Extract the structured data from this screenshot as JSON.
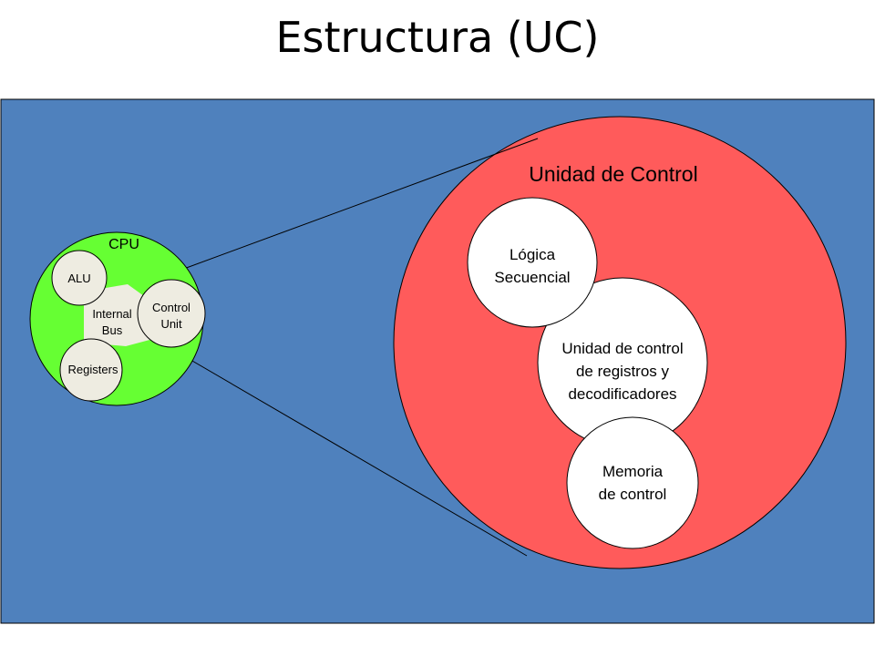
{
  "slide": {
    "title": "Estructura (UC)"
  },
  "colors": {
    "panel": "#4f81bd",
    "cpu_circle": "#66ff33",
    "cpu_parts": "#eeece1",
    "control_unit_circle": "#ff5b5b",
    "inner_circles": "#ffffff"
  },
  "cpu": {
    "label": "CPU",
    "alu": "ALU",
    "internal_bus": [
      "Internal",
      "Bus"
    ],
    "control_unit": [
      "Control",
      "Unit"
    ],
    "registers": "Registers"
  },
  "control_unit_detail": {
    "label": "Unidad de Control",
    "sequential_logic": [
      "Lógica",
      "Secuencial"
    ],
    "register_control": [
      "Unidad de control",
      "de registros y",
      "decodificadores"
    ],
    "control_memory": [
      "Memoria",
      "de control"
    ]
  }
}
